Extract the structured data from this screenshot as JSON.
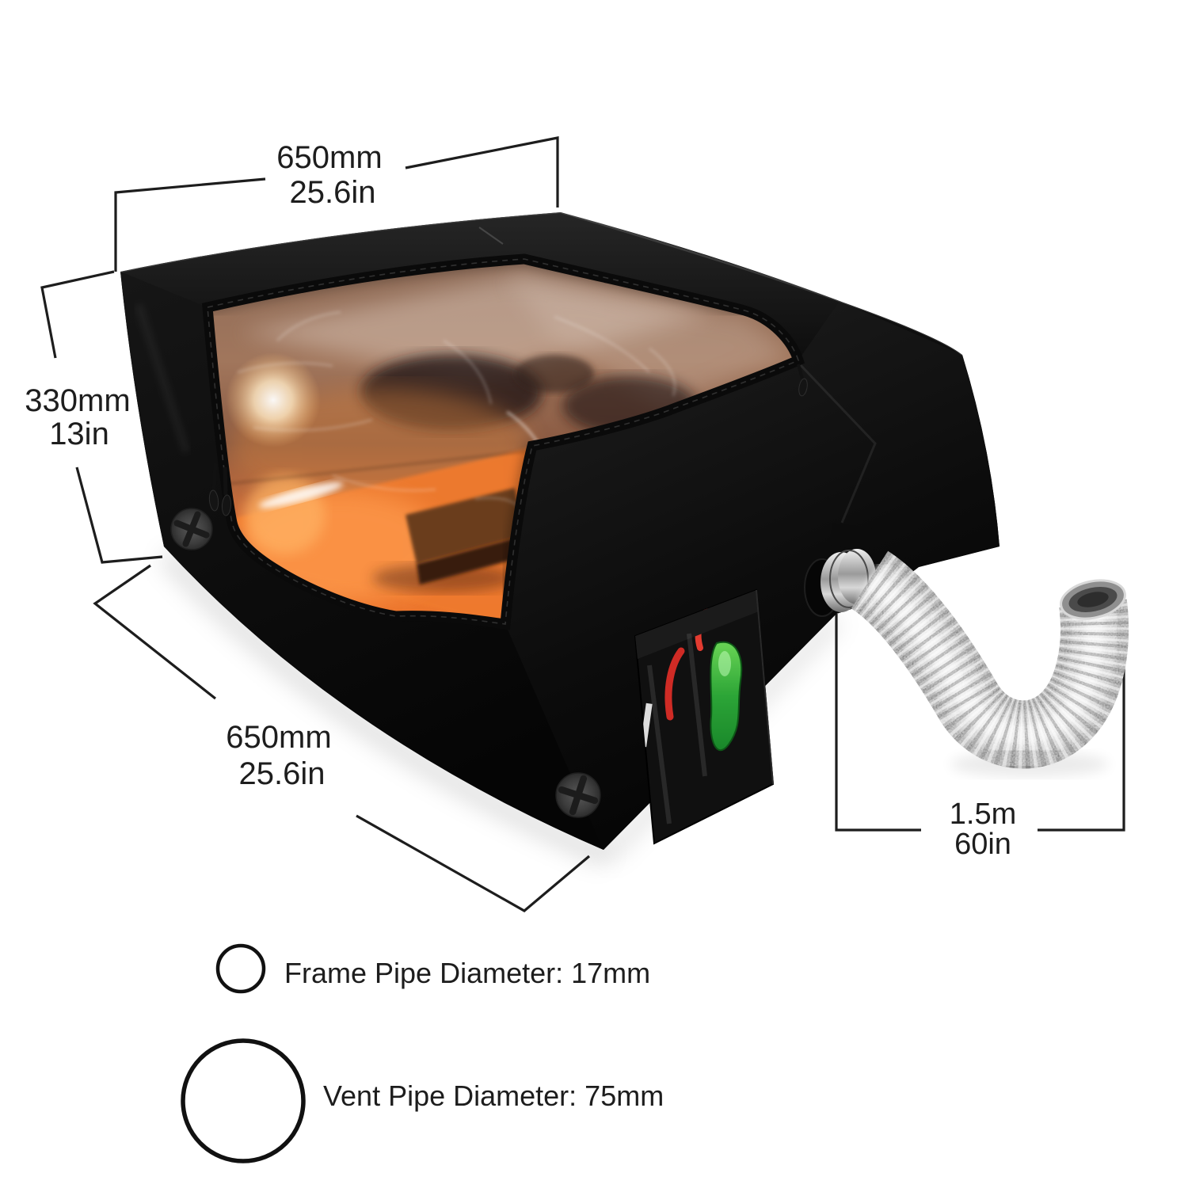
{
  "image_type": "product-dimension-diagram",
  "product": "laser-engraver-enclosure-tent-with-vent-hose",
  "dimensions": {
    "top_width": {
      "metric": "650mm",
      "imperial": "25.6in"
    },
    "height": {
      "metric": "330mm",
      "imperial": "13in"
    },
    "depth": {
      "metric": "650mm",
      "imperial": "25.6in"
    },
    "hose_length": {
      "metric": "1.5m",
      "imperial": "60in"
    }
  },
  "legend": {
    "frame_pipe": {
      "icon": "small-circle-icon",
      "label": "Frame Pipe Diameter: 17mm"
    },
    "vent_pipe": {
      "icon": "large-circle-icon",
      "label": "Vent Pipe Diameter: 75mm"
    }
  },
  "colors": {
    "background": "#ffffff",
    "annotation": "#1d1d1d",
    "fabric_black": "#0e0e0e",
    "window_orange": "#ee7a30",
    "hose_silver": "#c2c2c2",
    "goggles_green": "#3dbb3d",
    "tool_red": "#d32f2f",
    "led_blue": "#5a7bff"
  }
}
